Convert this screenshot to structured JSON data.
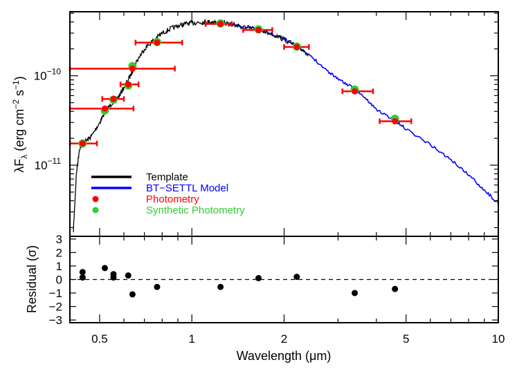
{
  "chart_data": [
    {
      "type": "scatter",
      "panel": "sed",
      "x_scale": "log",
      "y_scale": "log",
      "xlim": [
        0.4,
        10
      ],
      "ylim": [
        1.6e-12,
        5.2e-10
      ],
      "ylabel": {
        "main": "λF",
        "sub": "λ",
        "units": "(erg cm",
        "exp1": "−2",
        "mid": " s",
        "exp2": "−1",
        "close": ")"
      },
      "y_ticks": [
        {
          "value": 1e-10,
          "base": "10",
          "exp": "−10"
        },
        {
          "value": 1e-11,
          "base": "10",
          "exp": "−11"
        }
      ],
      "legend": {
        "position": "lower-left",
        "entries": [
          {
            "label": "Template",
            "color": "#000000",
            "marker": "line"
          },
          {
            "label": "BT−SETTL Model",
            "color": "#0000ff",
            "marker": "line"
          },
          {
            "label": "Photometry",
            "color": "#ff0000",
            "marker": "dot"
          },
          {
            "label": "Synthetic Photometry",
            "color": "#33cc33",
            "marker": "dot"
          }
        ]
      },
      "series": [
        {
          "name": "Template",
          "color": "#000000",
          "style": "line",
          "points": [
            [
              0.41,
              1.7e-12
            ],
            [
              0.42,
              8e-12
            ],
            [
              0.43,
              1.55e-11
            ],
            [
              0.45,
              1.85e-11
            ],
            [
              0.47,
              2.1e-11
            ],
            [
              0.5,
              3e-11
            ],
            [
              0.52,
              3.9e-11
            ],
            [
              0.55,
              5e-11
            ],
            [
              0.58,
              6e-11
            ],
            [
              0.6,
              7.4e-11
            ],
            [
              0.63,
              1e-10
            ],
            [
              0.66,
              1.45e-10
            ],
            [
              0.7,
              2e-10
            ],
            [
              0.75,
              2.5e-10
            ],
            [
              0.8,
              3e-10
            ],
            [
              0.85,
              3.35e-10
            ],
            [
              0.9,
              3.6e-10
            ],
            [
              0.95,
              3.8e-10
            ],
            [
              1.0,
              3.9e-10
            ],
            [
              1.05,
              3.95e-10
            ],
            [
              1.1,
              4e-10
            ],
            [
              1.15,
              4e-10
            ],
            [
              1.2,
              3.95e-10
            ],
            [
              1.3,
              3.85e-10
            ],
            [
              1.45,
              3.55e-10
            ],
            [
              1.6,
              3.35e-10
            ],
            [
              1.8,
              3e-10
            ],
            [
              2.0,
              2.55e-10
            ],
            [
              2.2,
              2.15e-10
            ],
            [
              2.4,
              1.75e-10
            ]
          ]
        },
        {
          "name": "BT−SETTL Model",
          "color": "#0000ff",
          "style": "line",
          "points": [
            [
              1.3,
              3.85e-10
            ],
            [
              1.45,
              3.55e-10
            ],
            [
              1.6,
              3.4e-10
            ],
            [
              1.8,
              3e-10
            ],
            [
              2.0,
              2.6e-10
            ],
            [
              2.2,
              2.15e-10
            ],
            [
              2.5,
              1.55e-10
            ],
            [
              2.8,
              1.1e-10
            ],
            [
              3.1,
              8.6e-11
            ],
            [
              3.4,
              7.1e-11
            ],
            [
              3.7,
              5.5e-11
            ],
            [
              4.0,
              4.2e-11
            ],
            [
              4.5,
              3.3e-11
            ],
            [
              5.0,
              2.55e-11
            ],
            [
              6.0,
              1.7e-11
            ],
            [
              7.0,
              1.15e-11
            ],
            [
              8.0,
              7.8e-12
            ],
            [
              9.0,
              5.3e-12
            ],
            [
              10.0,
              3.7e-12
            ]
          ]
        },
        {
          "name": "Photometry",
          "color": "#ff0000",
          "style": "points-with-xerr",
          "points": [
            {
              "x": 0.44,
              "y": 1.75e-11,
              "xlo": 0.4,
              "xhi": 0.49
            },
            {
              "x": 0.52,
              "y": 4.3e-11,
              "xlo": 0.4,
              "xhi": 0.645
            },
            {
              "x": 0.555,
              "y": 5.5e-11,
              "xlo": 0.51,
              "xhi": 0.6
            },
            {
              "x": 0.62,
              "y": 8e-11,
              "xlo": 0.585,
              "xhi": 0.67
            },
            {
              "x": 0.64,
              "y": 1.2e-10,
              "xlo": 0.4,
              "xhi": 0.88
            },
            {
              "x": 0.77,
              "y": 2.35e-10,
              "xlo": 0.655,
              "xhi": 0.93
            },
            {
              "x": 1.24,
              "y": 3.8e-10,
              "xlo": 1.11,
              "xhi": 1.35
            },
            {
              "x": 1.65,
              "y": 3.25e-10,
              "xlo": 1.47,
              "xhi": 1.83
            },
            {
              "x": 2.2,
              "y": 2.1e-10,
              "xlo": 2.0,
              "xhi": 2.41
            },
            {
              "x": 3.4,
              "y": 6.7e-11,
              "xlo": 3.1,
              "xhi": 3.9
            },
            {
              "x": 4.6,
              "y": 3.1e-11,
              "xlo": 4.1,
              "xhi": 5.2
            }
          ]
        },
        {
          "name": "Synthetic Photometry",
          "color": "#33cc33",
          "style": "points",
          "points": [
            [
              0.44,
              1.75e-11
            ],
            [
              0.52,
              4.1e-11
            ],
            [
              0.555,
              5.4e-11
            ],
            [
              0.62,
              7.8e-11
            ],
            [
              0.64,
              1.28e-10
            ],
            [
              0.77,
              2.38e-10
            ],
            [
              1.24,
              3.85e-10
            ],
            [
              1.65,
              3.3e-10
            ],
            [
              2.2,
              2.12e-10
            ],
            [
              3.4,
              7e-11
            ],
            [
              4.6,
              3.3e-11
            ]
          ]
        }
      ]
    },
    {
      "type": "scatter",
      "panel": "residual",
      "x_scale": "log",
      "xlim": [
        0.4,
        10
      ],
      "ylim": [
        -3.2,
        3.2
      ],
      "xlabel": {
        "main": "Wavelength (",
        "unit": "μm",
        "close": ")"
      },
      "ylabel": {
        "main": "Residual (",
        "sym": "σ",
        "close": ")"
      },
      "x_ticks": [
        {
          "value": 0.5,
          "label": "0.5"
        },
        {
          "value": 1,
          "label": "1"
        },
        {
          "value": 2,
          "label": "2"
        },
        {
          "value": 5,
          "label": "5"
        },
        {
          "value": 10,
          "label": "10"
        }
      ],
      "y_ticks": [
        {
          "value": 3,
          "label": "3"
        },
        {
          "value": 2,
          "label": "2"
        },
        {
          "value": 1,
          "label": "1"
        },
        {
          "value": 0,
          "label": "0"
        },
        {
          "value": -1,
          "label": "−1"
        },
        {
          "value": -2,
          "label": "−2"
        },
        {
          "value": -3,
          "label": "−3"
        }
      ],
      "reference_line": {
        "y": 0,
        "style": "dashed"
      },
      "points": [
        [
          0.44,
          0.55
        ],
        [
          0.44,
          0.15
        ],
        [
          0.52,
          0.85
        ],
        [
          0.555,
          0.4
        ],
        [
          0.555,
          0.15
        ],
        [
          0.62,
          0.3
        ],
        [
          0.64,
          -1.1
        ],
        [
          0.77,
          -0.55
        ],
        [
          1.24,
          -0.55
        ],
        [
          1.65,
          0.1
        ],
        [
          2.2,
          0.2
        ],
        [
          3.4,
          -1.0
        ],
        [
          4.6,
          -0.7
        ]
      ]
    }
  ]
}
